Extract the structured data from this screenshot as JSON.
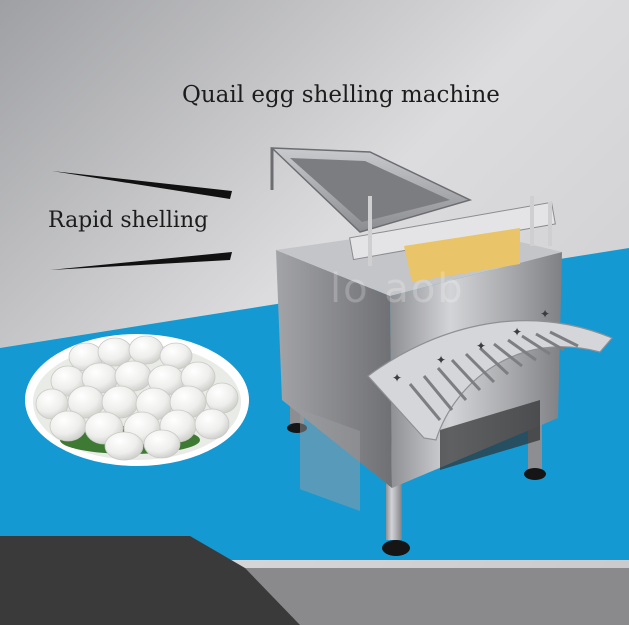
{
  "image": {
    "title": "Quail egg shelling machine",
    "subtitle": "Rapid shelling",
    "watermark": "lo   aob"
  },
  "colors": {
    "wall": "#d4d4d6",
    "accent_blue": "#1599d2",
    "floor": "#3a3a3a",
    "steel": "#b9babd",
    "egg": "#f4f4f2"
  }
}
